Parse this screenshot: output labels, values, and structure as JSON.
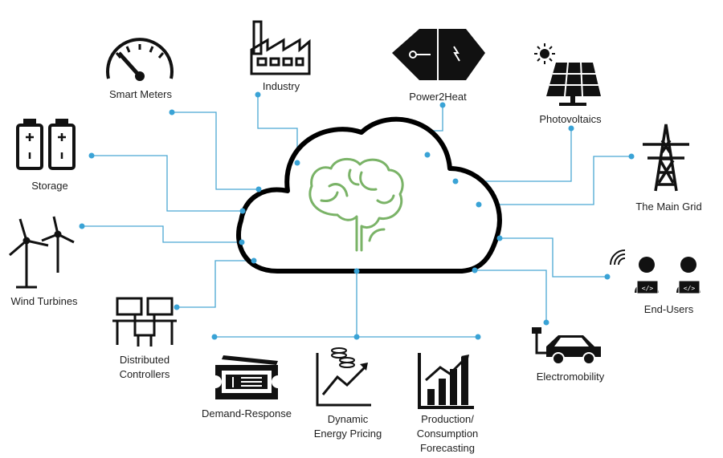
{
  "labels": {
    "smart_meters": "Smart Meters",
    "industry": "Industry",
    "power2heat": "Power2Heat",
    "photovoltaics": "Photovoltaics",
    "storage": "Storage",
    "main_grid": "The Main Grid",
    "wind_turbines": "Wind Turbines",
    "end_users": "End-Users",
    "distributed_controllers": [
      "Distributed",
      "Controllers"
    ],
    "electromobility": "Electromobility",
    "demand_response": "Demand-Response",
    "dynamic_pricing": [
      "Dynamic",
      "Energy Pricing"
    ],
    "forecasting": [
      "Production/",
      "Consumption",
      "Forecasting"
    ]
  },
  "colors": {
    "connector": "#4aa8d3",
    "brain": "#7ab367",
    "cloud": "#000000",
    "icons": "#111111"
  },
  "icons": [
    "gauge-icon",
    "factory-icon",
    "heater-icon",
    "solar-panel-icon",
    "battery-icon",
    "pylon-icon",
    "wind-turbine-icon",
    "users-icon",
    "workstation-icon",
    "car-icon",
    "ticket-icon",
    "chart-up-icon",
    "bar-chart-icon",
    "brain-icon"
  ]
}
